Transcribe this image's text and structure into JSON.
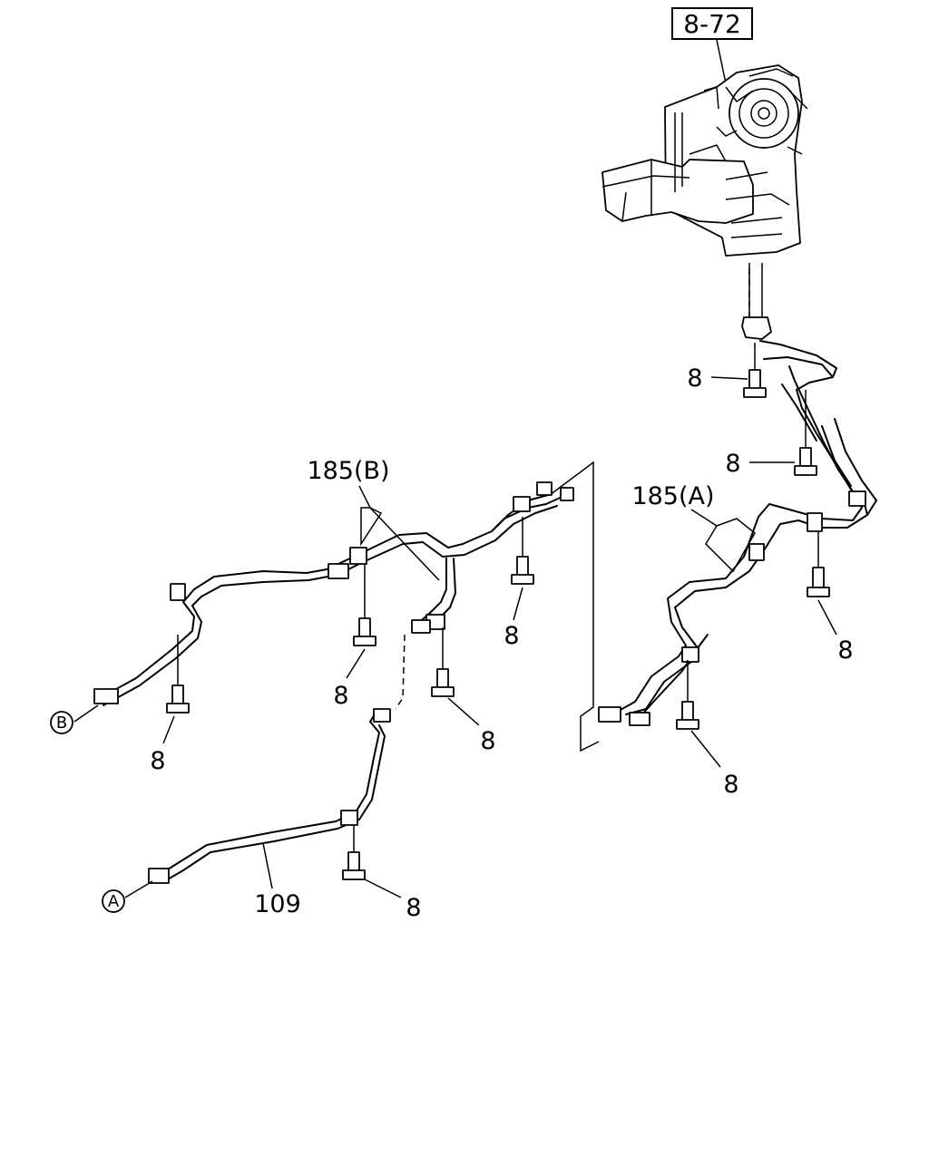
{
  "reference_box": "8-72",
  "labels": {
    "pipe_a": "185(A)",
    "pipe_b": "185(B)",
    "pipe_109": "109",
    "bolt": "8"
  },
  "connectors": {
    "a": "A",
    "b": "B"
  }
}
